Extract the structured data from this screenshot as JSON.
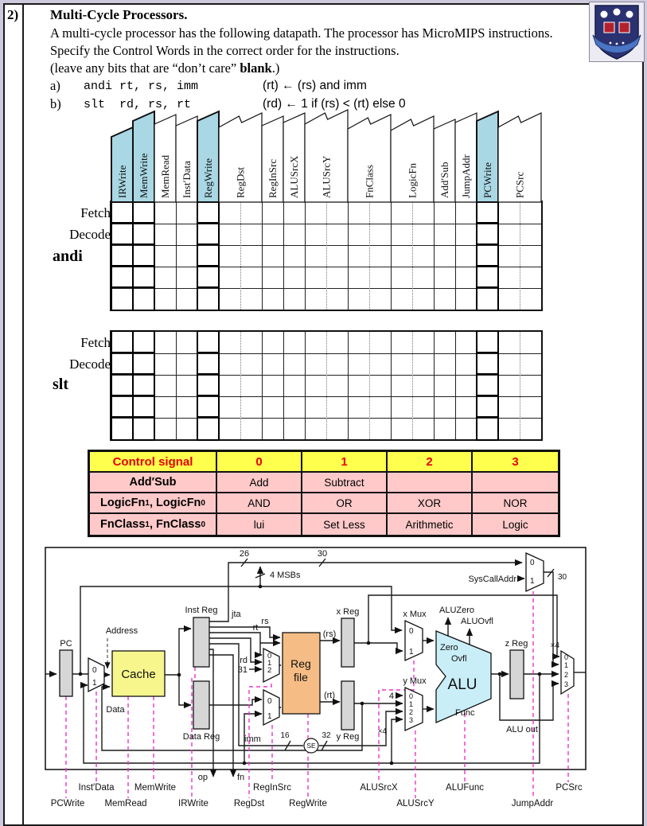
{
  "page": {
    "number": "2)",
    "title": "Multi-Cycle Processors.",
    "line1": "A multi-cycle processor has the following datapath. The processor has MicroMIPS instructions.",
    "line2": "Specify the Control Words in the correct order for the instructions.",
    "note_prefix": "(leave any bits that are “don’t care” ",
    "note_bold": "blank",
    "note_suffix": ".)",
    "items": [
      {
        "tag": "a)",
        "code": "andi rt, rs, imm",
        "desc": "(rt) ← (rs) and imm"
      },
      {
        "tag": "b)",
        "code": "slt  rd, rs, rt",
        "desc": "(rd) ← 1 if (rs) < (rt) else 0"
      }
    ]
  },
  "signal_columns": [
    {
      "label": "IRWrite",
      "bits": 1,
      "highlight": true
    },
    {
      "label": "MemWrite",
      "bits": 1,
      "highlight": true
    },
    {
      "label": "MemRead",
      "bits": 1,
      "highlight": false
    },
    {
      "label": "Inst′Data",
      "bits": 1,
      "highlight": false
    },
    {
      "label": "RegWrite",
      "bits": 1,
      "highlight": true
    },
    {
      "label": "RegDst",
      "bits": 2,
      "highlight": false
    },
    {
      "label": "RegInSrc",
      "bits": 1,
      "highlight": false
    },
    {
      "label": "ALUSrcX",
      "bits": 1,
      "highlight": false
    },
    {
      "label": "ALUSrcY",
      "bits": 2,
      "highlight": false
    },
    {
      "label": "FnClass",
      "bits": 2,
      "highlight": false
    },
    {
      "label": "LogicFn",
      "bits": 2,
      "highlight": false
    },
    {
      "label": "Add′Sub",
      "bits": 1,
      "highlight": false
    },
    {
      "label": "JumpAddr",
      "bits": 1,
      "highlight": false
    },
    {
      "label": "PCWrite",
      "bits": 1,
      "highlight": true
    },
    {
      "label": "PCSrc",
      "bits": 2,
      "highlight": false
    }
  ],
  "word_tables": [
    {
      "instruction": "andi",
      "row_labels": [
        "Fetch",
        "Decode",
        "andi",
        "",
        ""
      ]
    },
    {
      "instruction": "slt",
      "row_labels": [
        "Fetch",
        "Decode",
        "slt",
        "",
        ""
      ]
    }
  ],
  "legend_table": {
    "header": [
      "Control signal",
      "0",
      "1",
      "2",
      "3"
    ],
    "rows": [
      {
        "label_parts": [
          {
            "t": "Add′Sub"
          }
        ],
        "cells": [
          "Add",
          "Subtract",
          "",
          ""
        ]
      },
      {
        "label_parts": [
          {
            "t": "LogicFn"
          },
          {
            "sub": "1"
          },
          {
            "t": ", LogicFn"
          },
          {
            "sub": "0"
          }
        ],
        "cells": [
          "AND",
          "OR",
          "XOR",
          "NOR"
        ]
      },
      {
        "label_parts": [
          {
            "t": "FnClass"
          },
          {
            "sub": "1"
          },
          {
            "t": ", FnClass"
          },
          {
            "sub": "0"
          }
        ],
        "cells": [
          "lui",
          "Set Less",
          "Arithmetic",
          "Logic"
        ]
      }
    ]
  },
  "diagram": {
    "pc": "PC",
    "address": "Address",
    "data": "Data",
    "cache": "Cache",
    "inst_reg": "Inst Reg",
    "data_reg": "Data Reg",
    "jta": "jta",
    "rs": "rs",
    "rt": "rt",
    "rd": "rd",
    "c31": "31",
    "reg": "Reg",
    "file": "file",
    "rs_val": "(rs)",
    "rt_val": "(rt)",
    "x_reg": "x Reg",
    "y_reg": "y Reg",
    "z_reg": "z Reg",
    "x_mux": "x Mux",
    "y_mux": "y Mux",
    "alu": "ALU",
    "zero": "Zero",
    "ovfl": "Ovfl",
    "func": "Func",
    "alu_zero": "ALUZero",
    "alu_ovfl": "ALUOvfl",
    "alu_out": "ALU out",
    "syscall": "SysCallAddr",
    "msbs": "4 MSBs",
    "b26": "26",
    "b30": "30",
    "b30b": "30",
    "b16": "16",
    "b32": "32",
    "se": "SE",
    "imm": "imm",
    "op": "op",
    "fn": "fn",
    "x4": "×4",
    "x4b": "×4",
    "c4": "4",
    "d0": "0",
    "d1": "1",
    "d2": "2",
    "d3": "3",
    "sig_pcwrite": "PCWrite",
    "sig_instdata": "Inst′Data",
    "sig_memread": "MemRead",
    "sig_memwrite": "MemWrite",
    "sig_irwrite": "IRWrite",
    "sig_regdst": "RegDst",
    "sig_reginsrc": "RegInSrc",
    "sig_regwrite": "RegWrite",
    "sig_alusrcx": "ALUSrcX",
    "sig_alusrcy": "ALUSrcY",
    "sig_alufunc": "ALUFunc",
    "sig_jumpaddr": "JumpAddr",
    "sig_pcsrc": "PCSrc"
  },
  "colors": {
    "highlight_column": "#a9d7e4",
    "legend_header_bg": "#ffff4d",
    "legend_header_text": "#e60000",
    "legend_row_bg": "#ffc9c9",
    "cache_box": "#f6f68c",
    "reg_file_box": "#f5bd85",
    "alu_shape": "#c9eef7",
    "control_line": "#ee33cc"
  }
}
